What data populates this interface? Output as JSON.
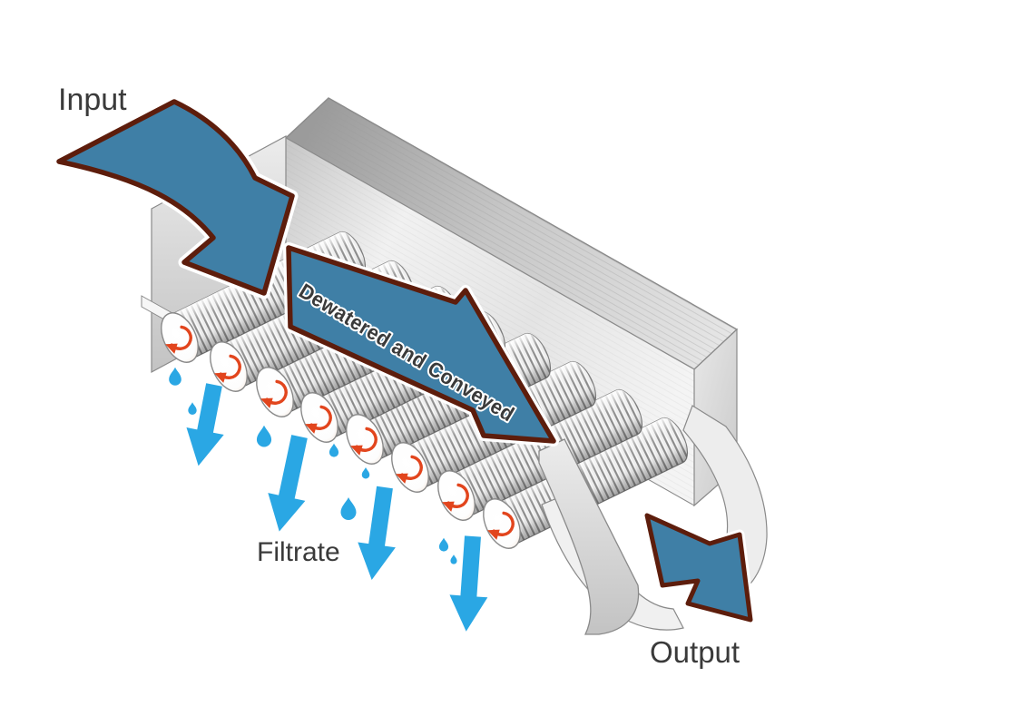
{
  "diagram": {
    "labels": {
      "input": "Input",
      "conveyor": "Dewatered and Conveyed",
      "filtrate": "Filtrate",
      "output": "Output"
    },
    "colors": {
      "background": "#ffffff",
      "flow_arrow_fill": "#3f7fa6",
      "flow_arrow_border": "#5d1d0c",
      "flow_arrow_casing": "#ffffff",
      "filtrate_blue": "#2aa7e4",
      "rotation_arrow_red": "#e2451d",
      "machine_outline": "#8a8a8a",
      "label_text": "#3a3a3a"
    },
    "counts": {
      "screw_rollers": 8,
      "filtrate_arrows": 4,
      "filtrate_drops": 8
    }
  }
}
